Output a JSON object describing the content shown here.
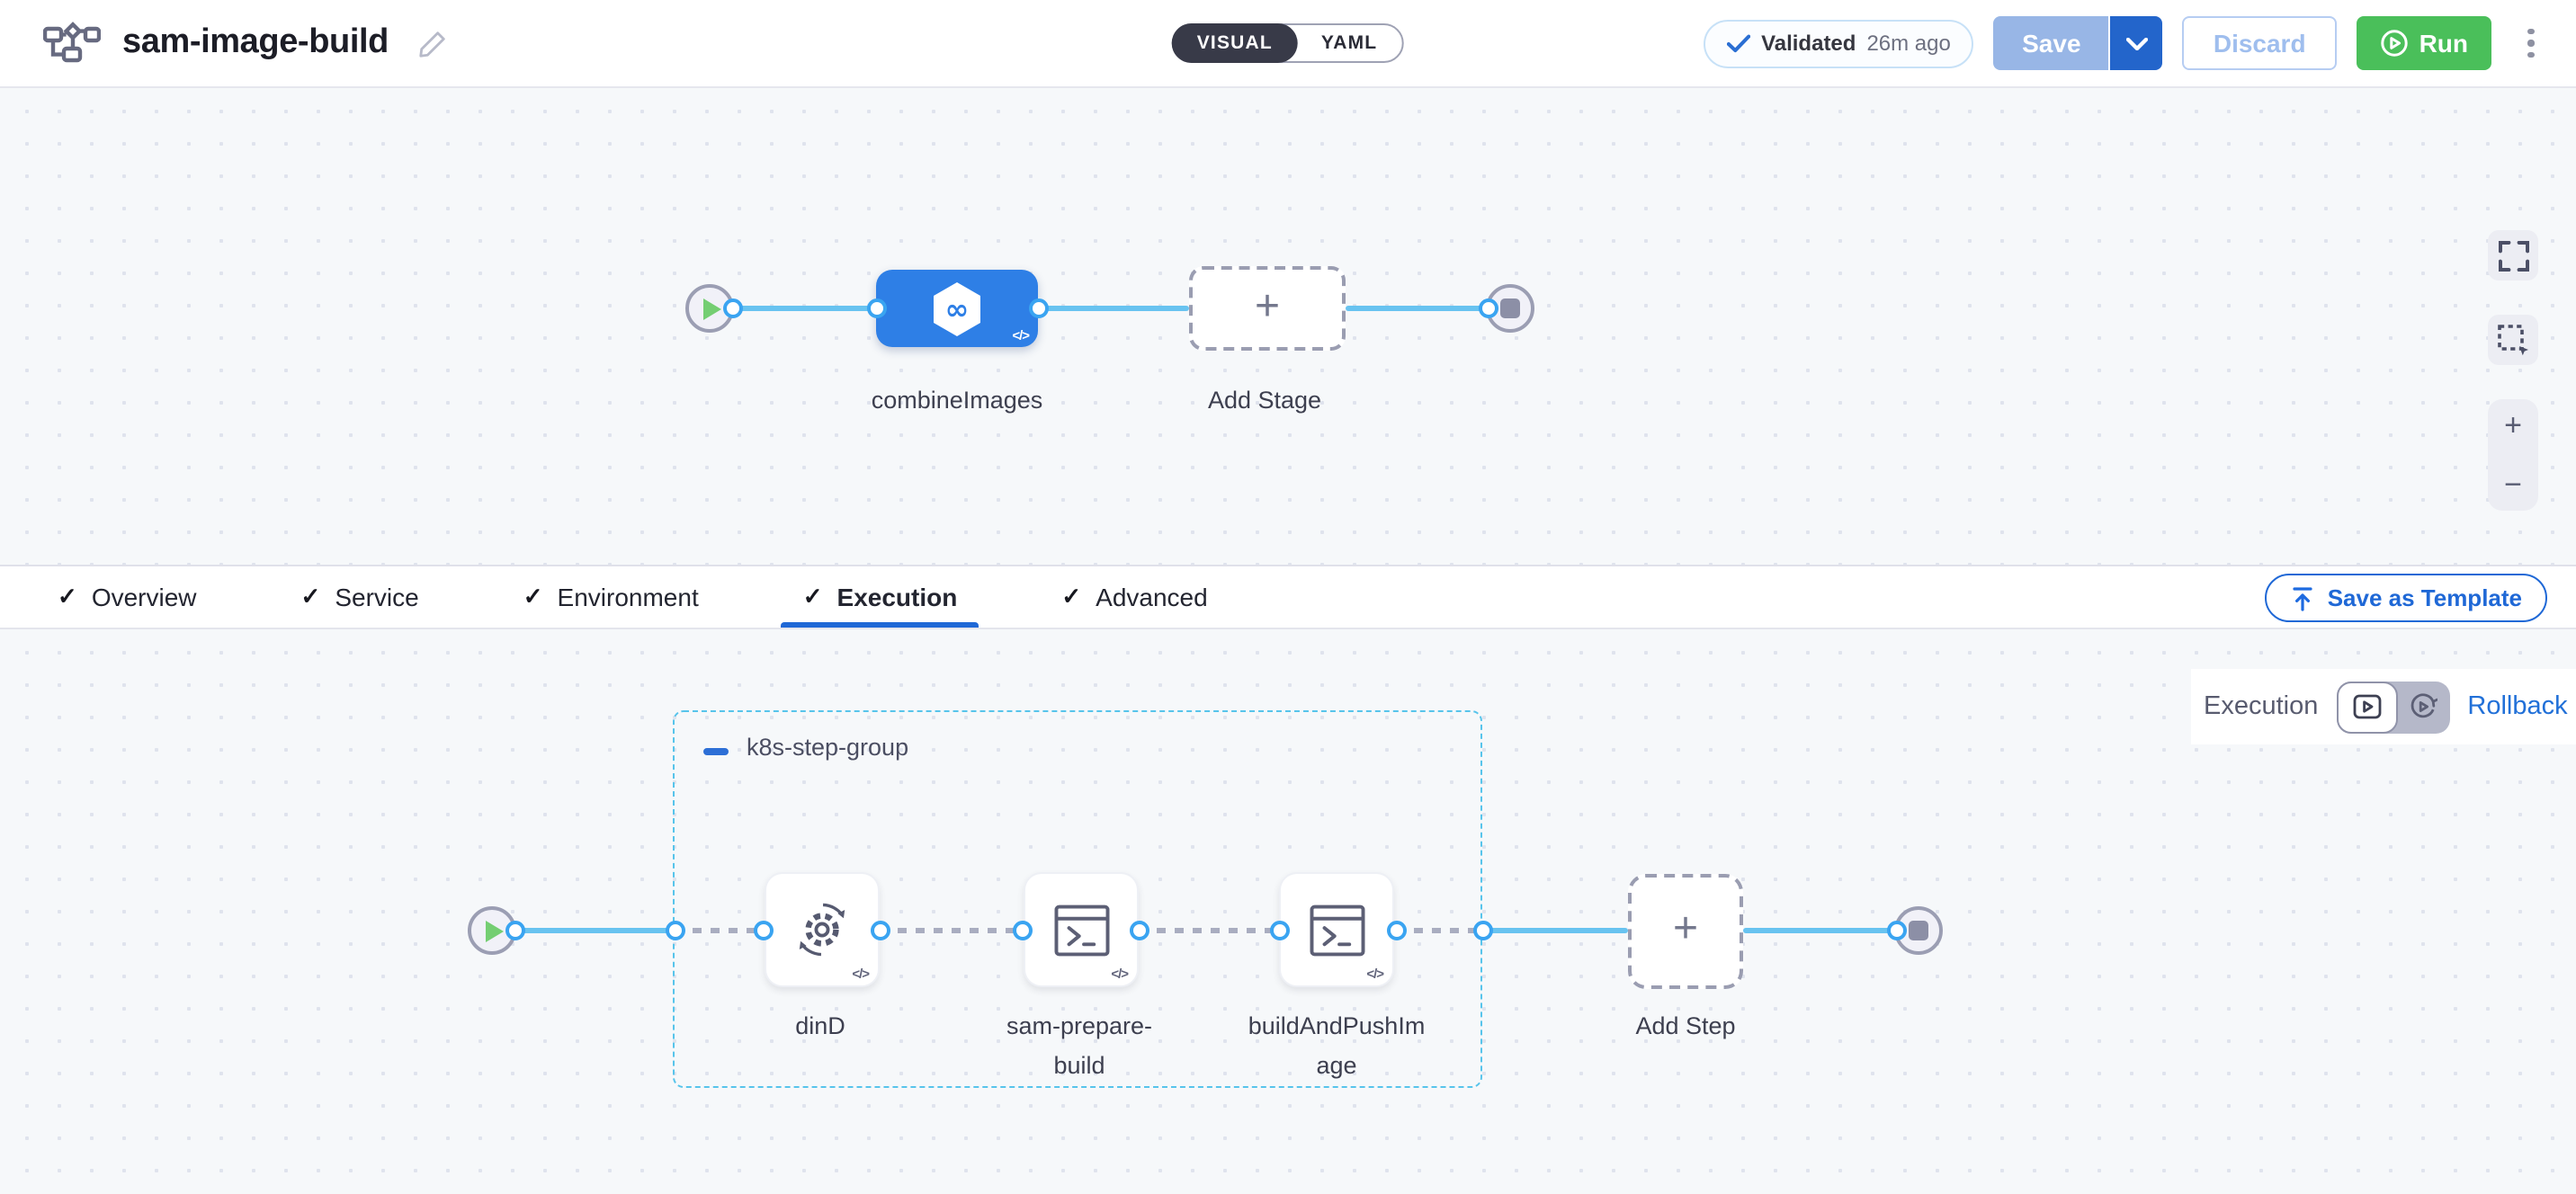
{
  "header": {
    "pipeline_name": "sam-image-build",
    "mode_visual": "VISUAL",
    "mode_yaml": "YAML",
    "validated_label": "Validated",
    "validated_time": "26m ago",
    "save_label": "Save",
    "discard_label": "Discard",
    "run_label": "Run"
  },
  "stage_pipeline": {
    "stage_name": "combineImages",
    "add_stage_label": "Add Stage"
  },
  "tabs": {
    "items": [
      {
        "label": "Overview",
        "checked": true,
        "active": false
      },
      {
        "label": "Service",
        "checked": true,
        "active": false
      },
      {
        "label": "Environment",
        "checked": true,
        "active": false
      },
      {
        "label": "Execution",
        "checked": true,
        "active": true
      },
      {
        "label": "Advanced",
        "checked": true,
        "active": false
      }
    ],
    "save_as_template_label": "Save as Template"
  },
  "execution": {
    "mode_execution_label": "Execution",
    "mode_rollback_label": "Rollback",
    "group_name": "k8s-step-group",
    "steps": [
      {
        "name": "dinD",
        "icon": "sync-gear-icon"
      },
      {
        "name": "sam-prepare-build",
        "icon": "terminal-icon"
      },
      {
        "name": "buildAndPushImage",
        "icon": "terminal-icon"
      }
    ],
    "add_step_label": "Add Step"
  },
  "icons": {
    "plus": "+",
    "minus": "−",
    "check": "✓",
    "infinity": "∞",
    "code": "</>"
  },
  "colors": {
    "accent_blue": "#1f68d6",
    "stage_blue": "#2e7fe6",
    "run_green": "#4abf5a",
    "connector_blue": "#68c3f0",
    "port_ring": "#3aa4f1",
    "group_border": "#57c4eb",
    "dark_pill": "#383a48",
    "link_blue": "#2170d8"
  }
}
